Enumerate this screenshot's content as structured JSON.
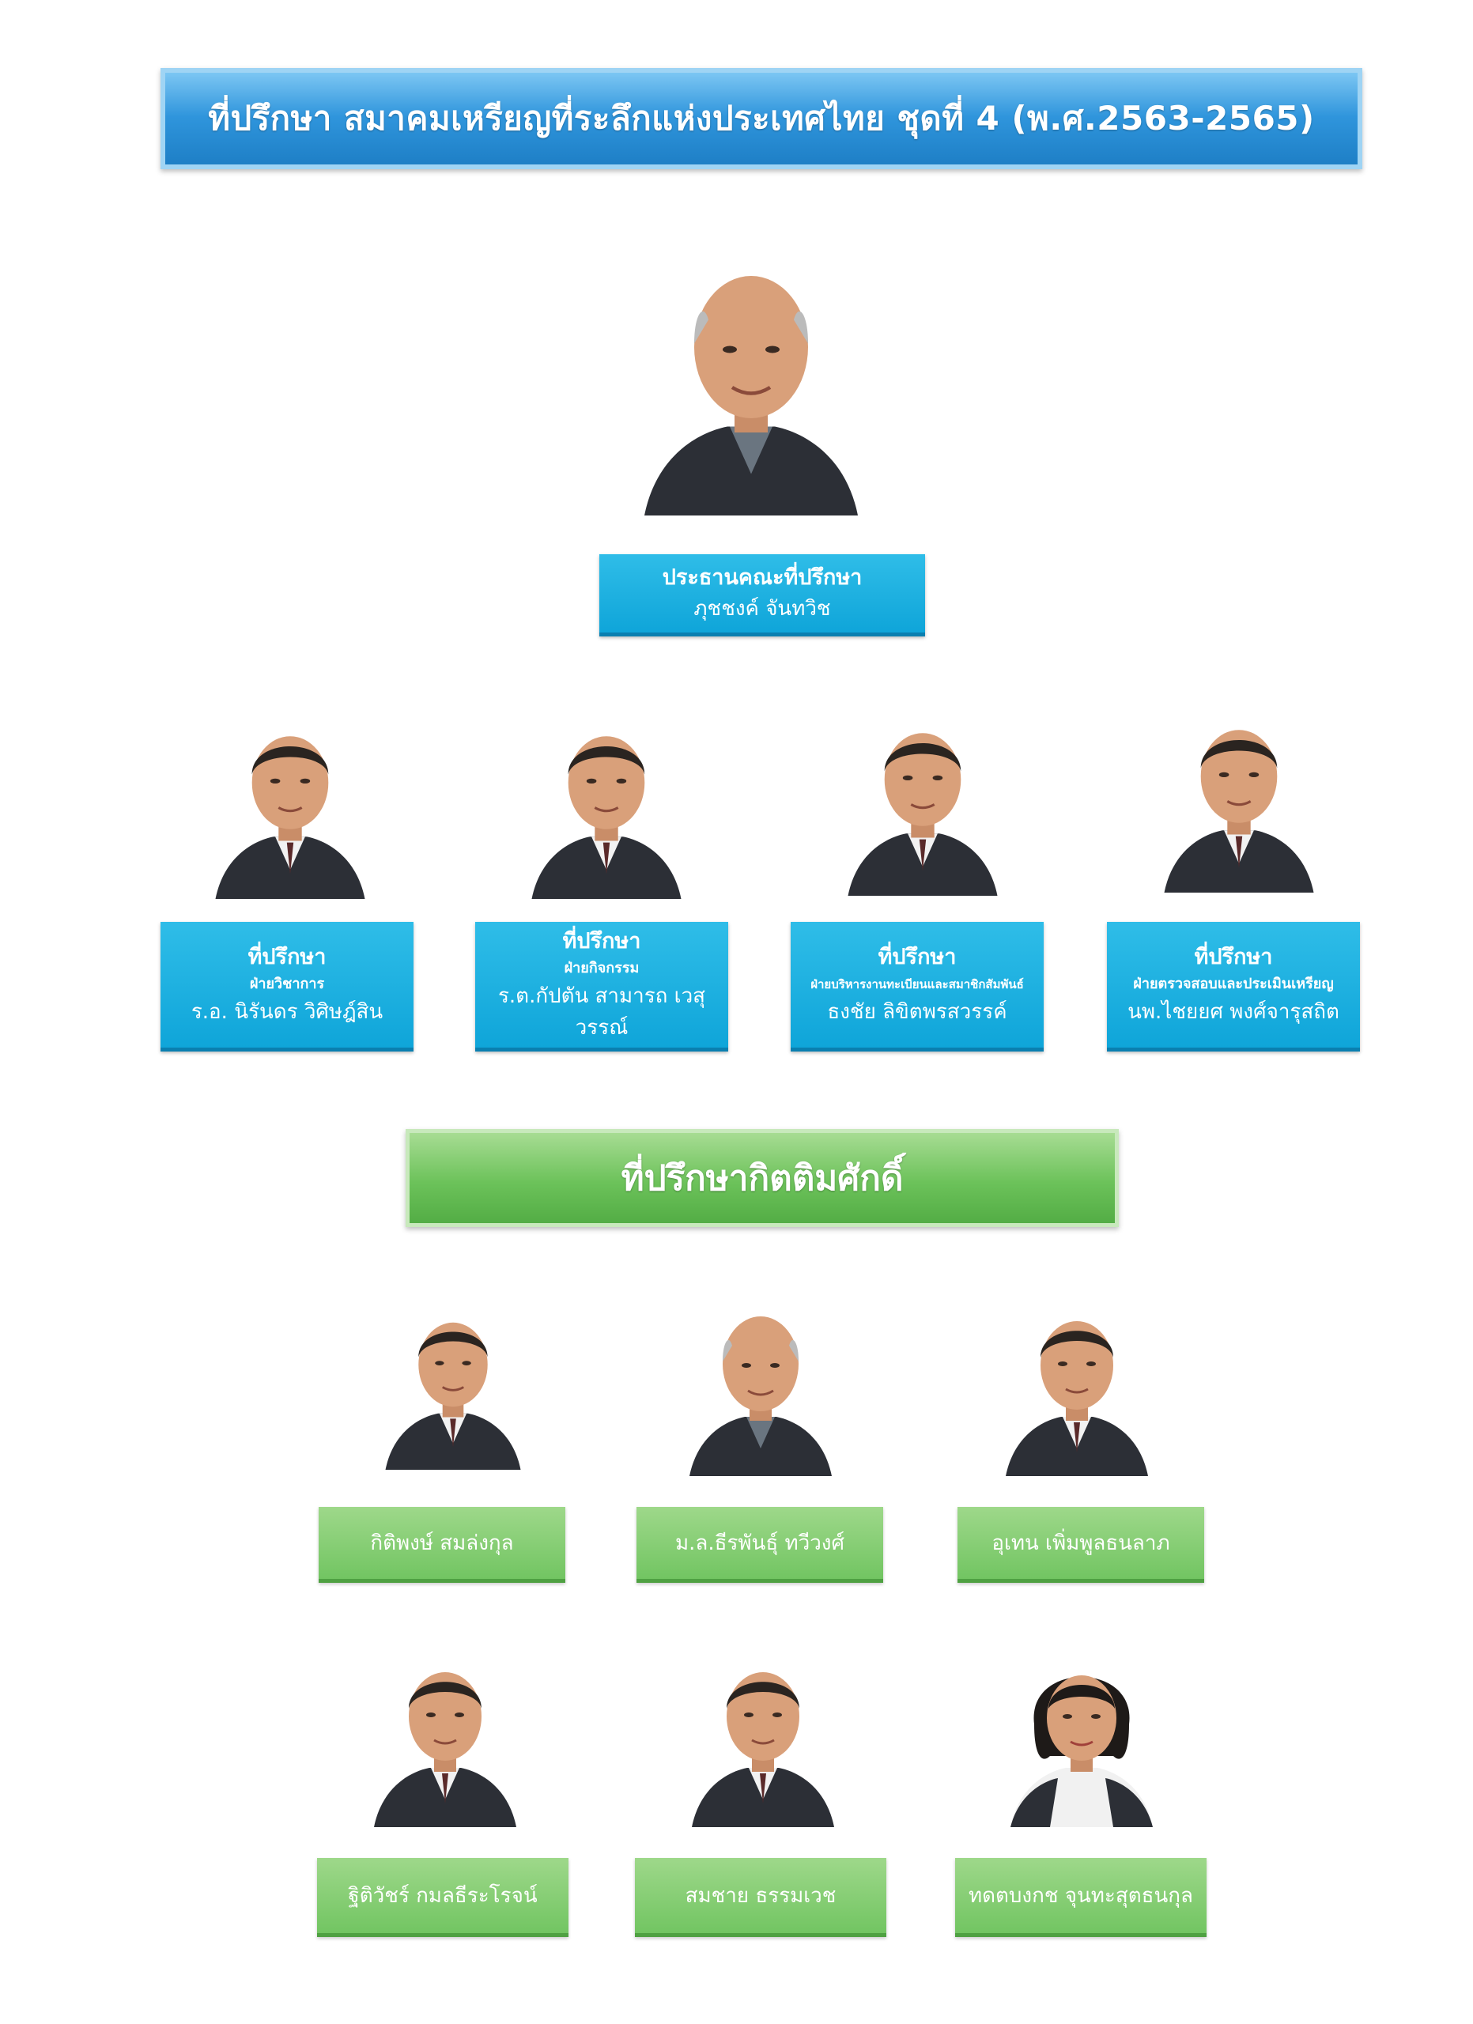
{
  "header": {
    "title": "ที่ปรึกษา สมาคมเหรียญที่ระลึกแห่งประเทศไทย ชุดที่ 4 (พ.ศ.2563-2565)"
  },
  "chairman": {
    "role": "ประธานคณะที่ปรึกษา",
    "name": "ภุชชงค์  จันทวิช"
  },
  "advisors": [
    {
      "role": "ที่ปรึกษา",
      "dept": "ฝ่ายวิชาการ",
      "name": "ร.อ. นิรันดร  วิศิษฎ์สิน"
    },
    {
      "role": "ที่ปรึกษา",
      "dept": "ฝ่ายกิจกรรม",
      "name": "ร.ต.กัปตัน สามารถ  เวสุวรรณ์"
    },
    {
      "role": "ที่ปรึกษา",
      "dept": "ฝ่ายบริหารงานทะเบียนและสมาชิกสัมพันธ์",
      "name": "ธงชัย  ลิขิตพรสวรรค์"
    },
    {
      "role": "ที่ปรึกษา",
      "dept": "ฝ่ายตรวจสอบและประเมินเหรียญ",
      "name": "นพ.ไชยยศ  พงศ์จารุสถิต"
    }
  ],
  "honorary": {
    "title": "ที่ปรึกษากิตติมศักดิ์",
    "members": [
      {
        "name": "กิติพงษ์  สมล่งกุล"
      },
      {
        "name": "ม.ล.ธีรพันธุ์  ทวีวงศ์"
      },
      {
        "name": "อุเทน  เพิ่มพูลธนลาภ"
      },
      {
        "name": "ฐิติวัชร์  กมลธีระโรจน์"
      },
      {
        "name": "สมชาย  ธรรมเวช"
      },
      {
        "name": "ทดตบงกช  จุนทะสุตธนกุล"
      }
    ]
  },
  "colors": {
    "blue_banner": "#2f95dc",
    "blue_plate": "#0fa5d9",
    "green_banner": "#6cc25a",
    "green_plate": "#72c562"
  }
}
